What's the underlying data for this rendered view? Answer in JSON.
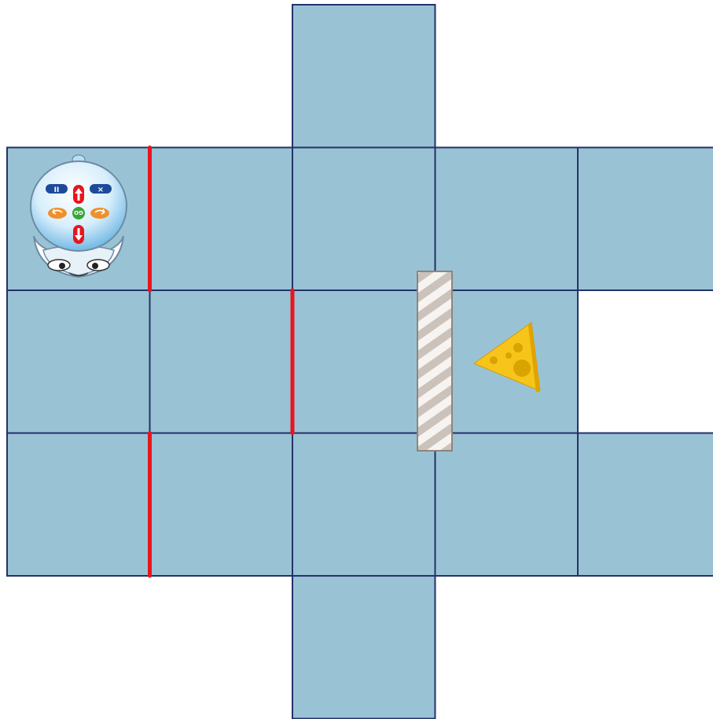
{
  "board": {
    "tile_color": "#99c3d4",
    "grid_line_color": "#25316b",
    "wall_color": "#e8141e",
    "tiles": [
      {
        "row": 0,
        "col": 2
      },
      {
        "row": 1,
        "col": 0
      },
      {
        "row": 1,
        "col": 1
      },
      {
        "row": 1,
        "col": 2
      },
      {
        "row": 1,
        "col": 3
      },
      {
        "row": 1,
        "col": 4
      },
      {
        "row": 2,
        "col": 0
      },
      {
        "row": 2,
        "col": 1
      },
      {
        "row": 2,
        "col": 2
      },
      {
        "row": 2,
        "col": 3
      },
      {
        "row": 3,
        "col": 0
      },
      {
        "row": 3,
        "col": 1
      },
      {
        "row": 3,
        "col": 2
      },
      {
        "row": 3,
        "col": 3
      },
      {
        "row": 3,
        "col": 4
      },
      {
        "row": 4,
        "col": 2
      }
    ],
    "walls": [
      {
        "between": [
          [
            1,
            0
          ],
          [
            1,
            1
          ]
        ]
      },
      {
        "between": [
          [
            2,
            1
          ],
          [
            2,
            2
          ]
        ]
      },
      {
        "between": [
          [
            3,
            0
          ],
          [
            3,
            1
          ]
        ]
      }
    ],
    "barrier": {
      "between": [
        [
          2,
          2
        ],
        [
          2,
          3
        ]
      ],
      "style": "striped-grey"
    }
  },
  "robot": {
    "name": "mouse-robot",
    "cell": {
      "row": 1,
      "col": 0
    },
    "facing": "down",
    "buttons": [
      {
        "name": "pause-button",
        "glyph": "II"
      },
      {
        "name": "clear-button",
        "glyph": "×"
      },
      {
        "name": "forward-button",
        "glyph": "↑"
      },
      {
        "name": "backward-button",
        "glyph": "↓"
      },
      {
        "name": "turn-left-button",
        "glyph": "↶"
      },
      {
        "name": "turn-right-button",
        "glyph": "↷"
      },
      {
        "name": "go-button",
        "glyph": "GO"
      }
    ]
  },
  "goal": {
    "name": "cheese",
    "cell": {
      "row": 2,
      "col": 3
    },
    "color": "#f7c51a"
  }
}
